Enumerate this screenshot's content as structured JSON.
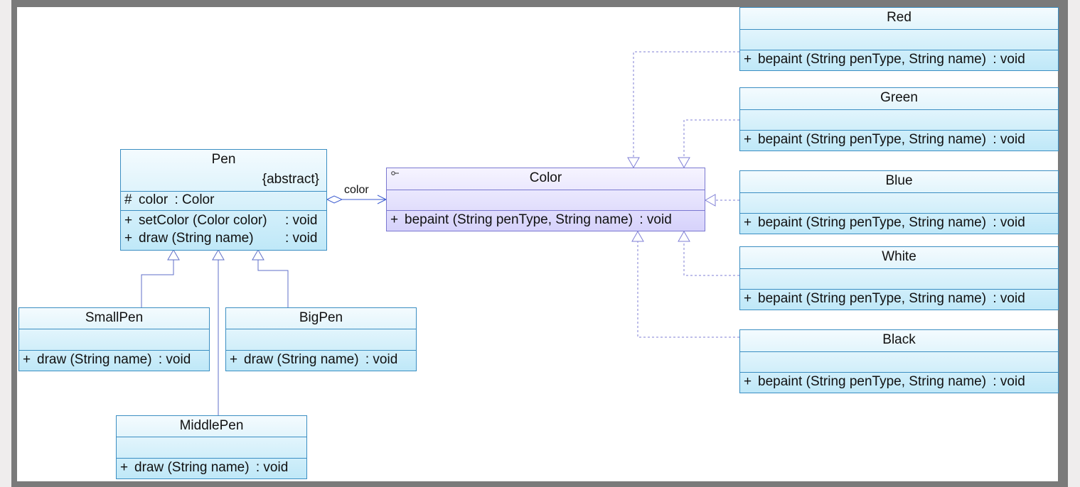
{
  "diagram": {
    "classes": {
      "pen": {
        "name": "Pen",
        "stereotype": "{abstract}",
        "attr_vis": "#",
        "attr_name": "color",
        "attr_type": ": Color",
        "op1_vis": "+",
        "op1_sig": "setColor (Color color)",
        "op1_ret": ": void",
        "op2_vis": "+",
        "op2_sig": "draw (String name)",
        "op2_ret": ": void"
      },
      "small_pen": {
        "name": "SmallPen",
        "op_vis": "+",
        "op_sig": "draw (String name)",
        "op_ret": ": void"
      },
      "big_pen": {
        "name": "BigPen",
        "op_vis": "+",
        "op_sig": "draw (String name)",
        "op_ret": ": void"
      },
      "middle_pen": {
        "name": "MiddlePen",
        "op_vis": "+",
        "op_sig": "draw (String name)",
        "op_ret": ": void"
      },
      "color": {
        "name": "Color",
        "op_vis": "+",
        "op_sig": "bepaint (String penType, String name)",
        "op_ret": ": void"
      },
      "red": {
        "name": "Red",
        "op_vis": "+",
        "op_sig": "bepaint (String penType, String name)",
        "op_ret": ": void"
      },
      "green": {
        "name": "Green",
        "op_vis": "+",
        "op_sig": "bepaint (String penType, String name)",
        "op_ret": ": void"
      },
      "blue": {
        "name": "Blue",
        "op_vis": "+",
        "op_sig": "bepaint (String penType, String name)",
        "op_ret": ": void"
      },
      "white": {
        "name": "White",
        "op_vis": "+",
        "op_sig": "bepaint (String penType, String name)",
        "op_ret": ": void"
      },
      "black": {
        "name": "Black",
        "op_vis": "+",
        "op_sig": "bepaint (String penType, String name)",
        "op_ret": ": void"
      }
    },
    "association_label": "color",
    "colors": {
      "class_border": "#3b8ec2",
      "interface_border": "#7a78d0",
      "realization_line": "#7f7fd6",
      "generalization_line": "#5f6fc8"
    },
    "icons": {
      "interface_marker": "key-icon"
    }
  }
}
